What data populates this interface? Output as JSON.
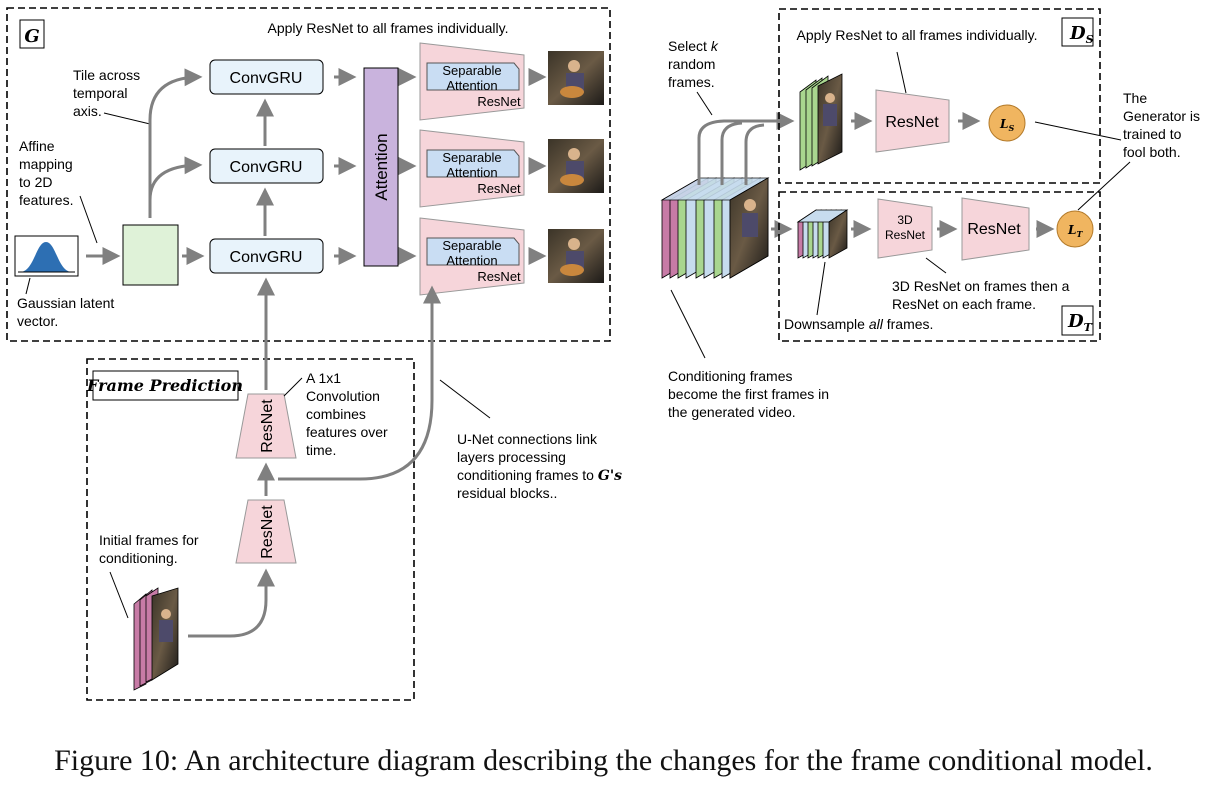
{
  "generator": {
    "label": "G",
    "convgru_label": "ConvGRU",
    "attention_label": "Attention",
    "separable_attention_label": "Separable\nAttention",
    "resnet_label": "ResNet",
    "note_apply_resnet": "Apply ResNet to all frames individually.",
    "note_tile": "Tile across\ntemporal\naxis.",
    "note_affine": "Affine\nmapping\nto 2D\nfeatures.",
    "note_gaussian": "Gaussian latent\nvector."
  },
  "frame_prediction": {
    "label": "Frame Prediction",
    "resnet_label": "ResNet",
    "note_convolution": "A 1x1\nConvolution\ncombines\nfeatures over\ntime.",
    "note_initial_frames": "Initial frames for\nconditioning.",
    "note_unet_prefix": "U-Net connections link\nlayers processing\nconditioning frames to ",
    "note_unet_symbol": "G's",
    "note_unet_suffix": "residual blocks.."
  },
  "middle": {
    "note_select_prefix": "Select ",
    "note_select_k": "k",
    "note_select_rest": "random\nframes.",
    "note_conditioning": "Conditioning frames\nbecome the first frames in\nthe generated video."
  },
  "discriminator_s": {
    "label": "DS",
    "note_apply_resnet": "Apply ResNet to all frames individually.",
    "resnet_label": "ResNet",
    "loss_label": "LS",
    "note_generator": "The\nGenerator is\ntrained to\nfool both."
  },
  "discriminator_t": {
    "label": "DT",
    "resnet3d_label": "3D\nResNet",
    "resnet_label": "ResNet",
    "loss_label": "LT",
    "note_3d": "3D ResNet on frames then a\nResNet on each frame.",
    "note_downsample_prefix": "Downsample ",
    "note_downsample_all": "all",
    "note_downsample_suffix": " frames."
  },
  "caption": "Figure 10: An architecture diagram describing the changes for the frame conditional model.",
  "colors": {
    "convgru_fill": "#e8f3fb",
    "attention_fill": "#c9b3dd",
    "resnet_fill": "#f6d5da",
    "separable_fill": "#c9ddf3",
    "latent_fill": "#dff2d8",
    "gaussian_fill": "#2d6fb3",
    "loss_fill": "#f0b560",
    "frame_pink": "#c77ba6",
    "frame_green": "#a9d68f",
    "frame_blue": "#c7dcee",
    "arrow_gray": "#808080"
  }
}
